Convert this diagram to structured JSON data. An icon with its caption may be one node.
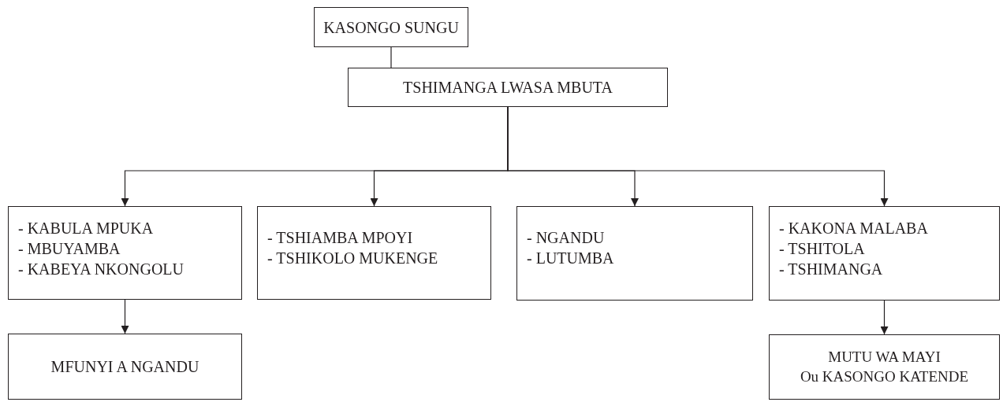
{
  "diagram": {
    "nodes": [
      {
        "text": [
          "KASONGO SUNGU"
        ]
      },
      {
        "text": [
          "TSHIMANGA LWASA MBUTA"
        ]
      },
      {
        "text": [
          "- KABULA MPUKA",
          "- MBUYAMBA",
          "- KABEYA NKONGOLU"
        ]
      },
      {
        "text": [
          "- TSHIAMBA MPOYI",
          "- TSHIKOLO MUKENGE"
        ]
      },
      {
        "text": [
          "- NGANDU",
          "- LUTUMBA"
        ]
      },
      {
        "text": [
          "- KAKONA MALABA",
          "- TSHITOLA",
          "- TSHIMANGA"
        ]
      },
      {
        "text": [
          "MFUNYI A NGANDU"
        ]
      },
      {
        "text": [
          "MUTU WA MAYI",
          "Ou KASONGO KATENDE"
        ]
      }
    ],
    "edges": [
      {
        "from": 0,
        "to": 1,
        "arrow": "none"
      },
      {
        "from": 1,
        "to": 2,
        "arrow": "to"
      },
      {
        "from": 1,
        "to": 3,
        "arrow": "to"
      },
      {
        "from": 1,
        "to": 4,
        "arrow": "to"
      },
      {
        "from": 1,
        "to": 5,
        "arrow": "to"
      },
      {
        "from": 2,
        "to": 6,
        "arrow": "to"
      },
      {
        "from": 5,
        "to": 7,
        "arrow": "to"
      }
    ]
  }
}
